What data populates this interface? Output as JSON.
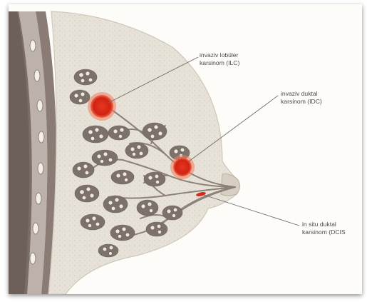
{
  "figure": {
    "title": "",
    "labels": {
      "ilc": {
        "line1": "invaziv lobüler",
        "line2": "karsinom (ILC)"
      },
      "idc": {
        "line1": "invaziv duktal",
        "line2": "karsinom (IDC)"
      },
      "dcis": {
        "line1": "in situ duktal",
        "line2": "karsinom (DCIS"
      }
    }
  },
  "colors": {
    "background": "#fdfcf9",
    "breast_tissue": "#e7e2d8",
    "lobule": "#7d726a",
    "rib_wall": "#8a7c74",
    "tumor": "#d42a1a",
    "leader_line": "#6d6d6d",
    "label_text": "#4a4a4a"
  }
}
